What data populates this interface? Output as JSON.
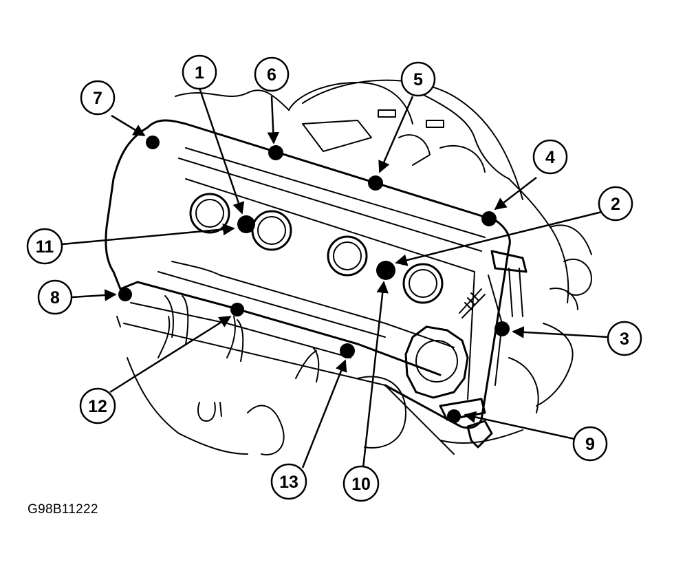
{
  "figure": {
    "image_code": "G98B11222"
  },
  "callouts": [
    {
      "id": "1",
      "label": "1"
    },
    {
      "id": "2",
      "label": "2"
    },
    {
      "id": "3",
      "label": "3"
    },
    {
      "id": "4",
      "label": "4"
    },
    {
      "id": "5",
      "label": "5"
    },
    {
      "id": "6",
      "label": "6"
    },
    {
      "id": "7",
      "label": "7"
    },
    {
      "id": "8",
      "label": "8"
    },
    {
      "id": "9",
      "label": "9"
    },
    {
      "id": "10",
      "label": "10"
    },
    {
      "id": "11",
      "label": "11"
    },
    {
      "id": "12",
      "label": "12"
    },
    {
      "id": "13",
      "label": "13"
    }
  ]
}
